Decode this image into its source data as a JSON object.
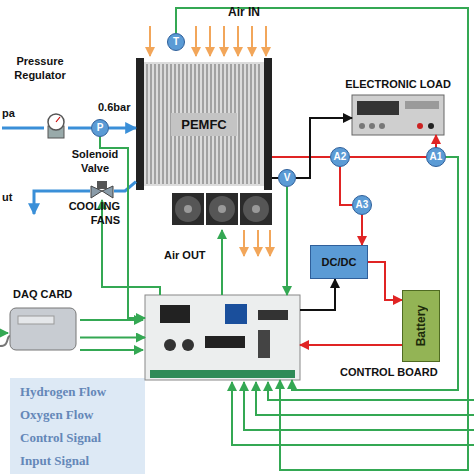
{
  "diagram": {
    "nodes": [
      {
        "text": [
          "T"
        ]
      },
      {
        "text": [
          "P"
        ]
      },
      {
        "text": [
          "PEMFC"
        ]
      },
      {
        "text": [
          "V"
        ]
      },
      {
        "text": [
          "A1"
        ]
      },
      {
        "text": [
          "A2"
        ]
      },
      {
        "text": [
          "A3"
        ]
      },
      {
        "text": [
          "ELECTRONIC LOAD"
        ]
      },
      {
        "text": [
          "DC/DC"
        ]
      },
      {
        "text": [
          "Battery"
        ]
      },
      {
        "text": [
          "CONTROL BOARD"
        ]
      },
      {
        "text": [
          "DAQ CARD"
        ]
      },
      {
        "text": [
          "Pressure Regulator"
        ]
      },
      {
        "text": [
          "Solenoid Valve"
        ]
      }
    ],
    "edges": [
      {
        "from": 12,
        "to": 1,
        "arrow": "none"
      },
      {
        "from": 1,
        "to": 2,
        "arrow": "to"
      },
      {
        "from": 2,
        "to": 13,
        "arrow": "none"
      },
      {
        "from": 0,
        "to": 10,
        "arrow": "to"
      },
      {
        "from": 1,
        "to": 10,
        "arrow": "to"
      },
      {
        "from": 10,
        "to": 13,
        "arrow": "to"
      },
      {
        "from": 3,
        "to": 10,
        "arrow": "to"
      },
      {
        "from": 4,
        "to": 10,
        "arrow": "to"
      },
      {
        "from": 2,
        "to": 5,
        "arrow": "none"
      },
      {
        "from": 5,
        "to": 4,
        "arrow": "none"
      },
      {
        "from": 4,
        "to": 7,
        "arrow": "to"
      },
      {
        "from": 3,
        "to": 7,
        "arrow": "to"
      },
      {
        "from": 2,
        "to": 3,
        "arrow": "none"
      },
      {
        "from": 5,
        "to": 6,
        "arrow": "none"
      },
      {
        "from": 6,
        "to": 8,
        "arrow": "to"
      },
      {
        "from": 8,
        "to": 9,
        "arrow": "to"
      },
      {
        "from": 9,
        "to": 10,
        "arrow": "to"
      },
      {
        "from": 10,
        "to": 8,
        "arrow": "to"
      },
      {
        "from": 11,
        "to": 10,
        "arrow": "to"
      }
    ],
    "labels": [
      "Air IN",
      "0.6bar",
      "pa",
      "ut",
      "COOLING FANS",
      "Air OUT"
    ],
    "legend": [
      {
        "text": "Hydrogen Flow"
      },
      {
        "text": "Oxygen Flow"
      },
      {
        "text": "Control Signal"
      },
      {
        "text": "Input Signal"
      }
    ]
  }
}
